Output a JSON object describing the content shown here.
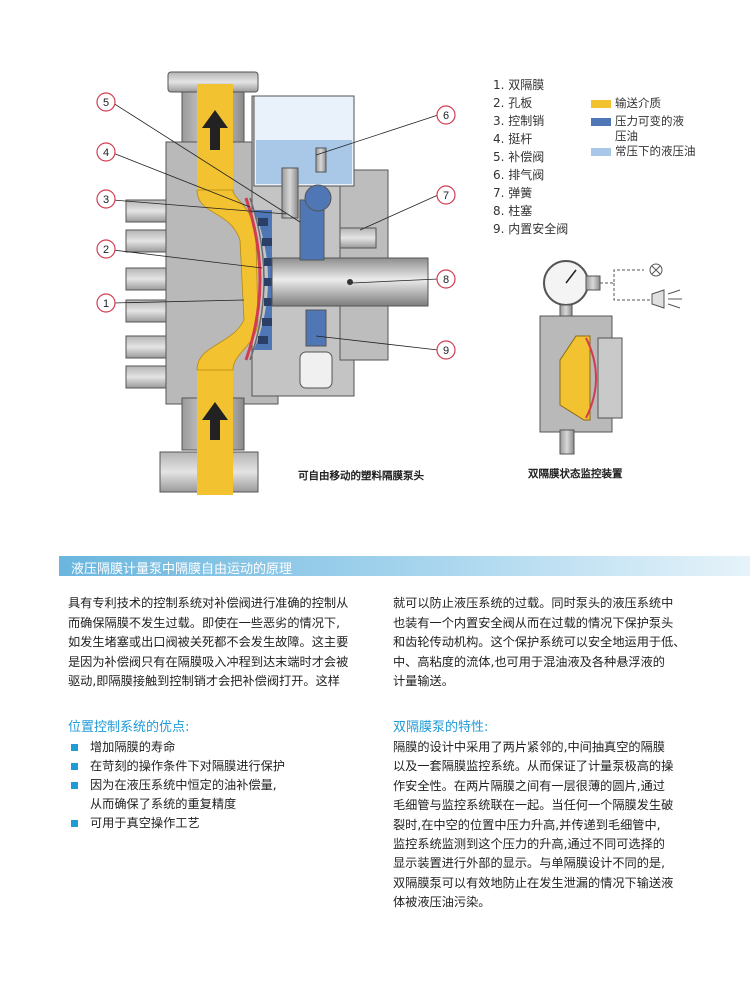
{
  "diagram": {
    "callouts": [
      "5",
      "4",
      "3",
      "2",
      "1",
      "6",
      "7",
      "8",
      "9"
    ],
    "caption_main": "可自由移动的塑料隔膜泵头",
    "caption_monitor": "双隔膜状态监控装置"
  },
  "legend": {
    "parts": [
      "1. 双隔膜",
      "2. 孔板",
      "3. 控制销",
      "4. 挺杆",
      "5. 补偿阀",
      "6. 排气阀",
      "7. 弹簧",
      "8. 柱塞",
      "9. 内置安全阀"
    ],
    "keys": [
      {
        "label_1": "输送介质",
        "label_2": "",
        "color": "#f2c230"
      },
      {
        "label_1": "压力可变的液",
        "label_2": "压油",
        "color": "#4f77b6"
      },
      {
        "label_1": "常压下的液压油",
        "label_2": "",
        "color": "#a9c7e6"
      }
    ]
  },
  "colors": {
    "accent": "#1f9bd6",
    "banner": "#6ab6de",
    "callout": "#d23c50"
  },
  "banner_title": "液压隔膜计量泵中隔膜自由运动的原理",
  "intro": {
    "left": [
      "具有专利技术的控制系统对补偿阀进行准确的控制从",
      "而确保隔膜不发生过载。即使在一些恶劣的情况下,",
      "如发生堵塞或出口阀被关死都不会发生故障。这主要",
      "是因为补偿阀只有在隔膜吸入冲程到达末端时才会被",
      "驱动,即隔膜接触到控制销才会把补偿阀打开。这样"
    ],
    "right": [
      "就可以防止液压系统的过载。同时泵头的液压系统中",
      "也装有一个内置安全阀从而在过载的情况下保护泵头",
      "和齿轮传动机构。这个保护系统可以安全地运用于低、",
      "中、高粘度的流体,也可用于混油液及各种悬浮液的",
      "计量输送。"
    ]
  },
  "advantages": {
    "title": "位置控制系统的优点:",
    "items": [
      {
        "line_1": "增加隔膜的寿命",
        "line_2": ""
      },
      {
        "line_1": "在苛刻的操作条件下对隔膜进行保护",
        "line_2": ""
      },
      {
        "line_1": "因为在液压系统中恒定的油补偿量,",
        "line_2": "从而确保了系统的重复精度"
      },
      {
        "line_1": "可用于真空操作工艺",
        "line_2": ""
      }
    ]
  },
  "features": {
    "title": "双隔膜泵的特性:",
    "lines": [
      "隔膜的设计中采用了两片紧邻的,中间抽真空的隔膜",
      "以及一套隔膜监控系统。从而保证了计量泵极高的操",
      "作安全性。在两片隔膜之间有一层很薄的圆片,通过",
      "毛细管与监控系统联在一起。当任何一个隔膜发生破",
      "裂时,在中空的位置中压力升高,并传递到毛细管中,",
      "监控系统监测到这个压力的升高,通过不同可选择的",
      "显示装置进行外部的显示。与单隔膜设计不同的是,",
      "双隔膜泵可以有效地防止在发生泄漏的情况下输送液",
      "体被液压油污染。"
    ]
  }
}
